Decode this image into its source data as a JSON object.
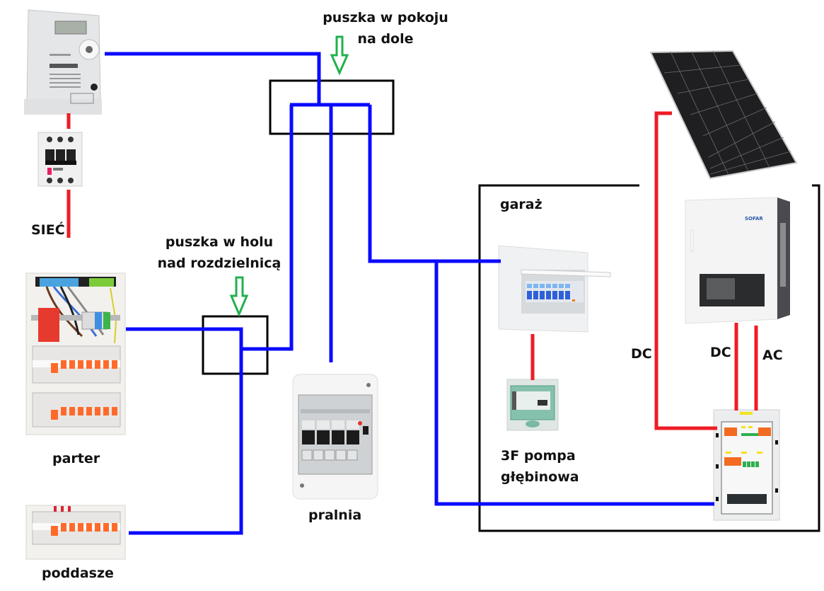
{
  "colors": {
    "ac_wire": "#0a0aff",
    "dc_wire": "#ee1c24",
    "arrow": "#22b14c",
    "box": "#000000",
    "text": "#111111"
  },
  "labels": {
    "junction_room": "puszka w pokoju\nna dole",
    "junction_room_line1": "puszka w pokoju",
    "junction_room_line2": "na dole",
    "junction_hall_line1": "puszka w holu",
    "junction_hall_line2": "nad rozdzielnicą",
    "grid": "SIEĆ",
    "ground_floor": "parter",
    "attic": "poddasze",
    "laundry": "pralnia",
    "garage": "garaż",
    "pump_line1": "3F pompa",
    "pump_line2": "głębinowa",
    "dc_left": "DC",
    "dc_inverter": "DC",
    "ac_inverter": "AC"
  },
  "devices": [
    {
      "id": "energy-meter",
      "icon": "electricity-meter-icon"
    },
    {
      "id": "main-breaker",
      "icon": "three-pole-breaker-icon",
      "poles": 3
    },
    {
      "id": "panel-parter",
      "icon": "distribution-board-icon"
    },
    {
      "id": "panel-poddasze",
      "icon": "distribution-board-icon"
    },
    {
      "id": "panel-pralnia",
      "icon": "distribution-board-icon",
      "breakers": 4
    },
    {
      "id": "panel-garaz",
      "icon": "distribution-board-icon",
      "breakers": 7
    },
    {
      "id": "pump-controller",
      "icon": "pump-control-box-icon"
    },
    {
      "id": "solar-panel",
      "icon": "solar-panel-icon"
    },
    {
      "id": "inverter",
      "icon": "solar-inverter-icon",
      "brand": "SOFAR"
    },
    {
      "id": "pv-switchgear",
      "icon": "pv-switchgear-icon"
    }
  ]
}
